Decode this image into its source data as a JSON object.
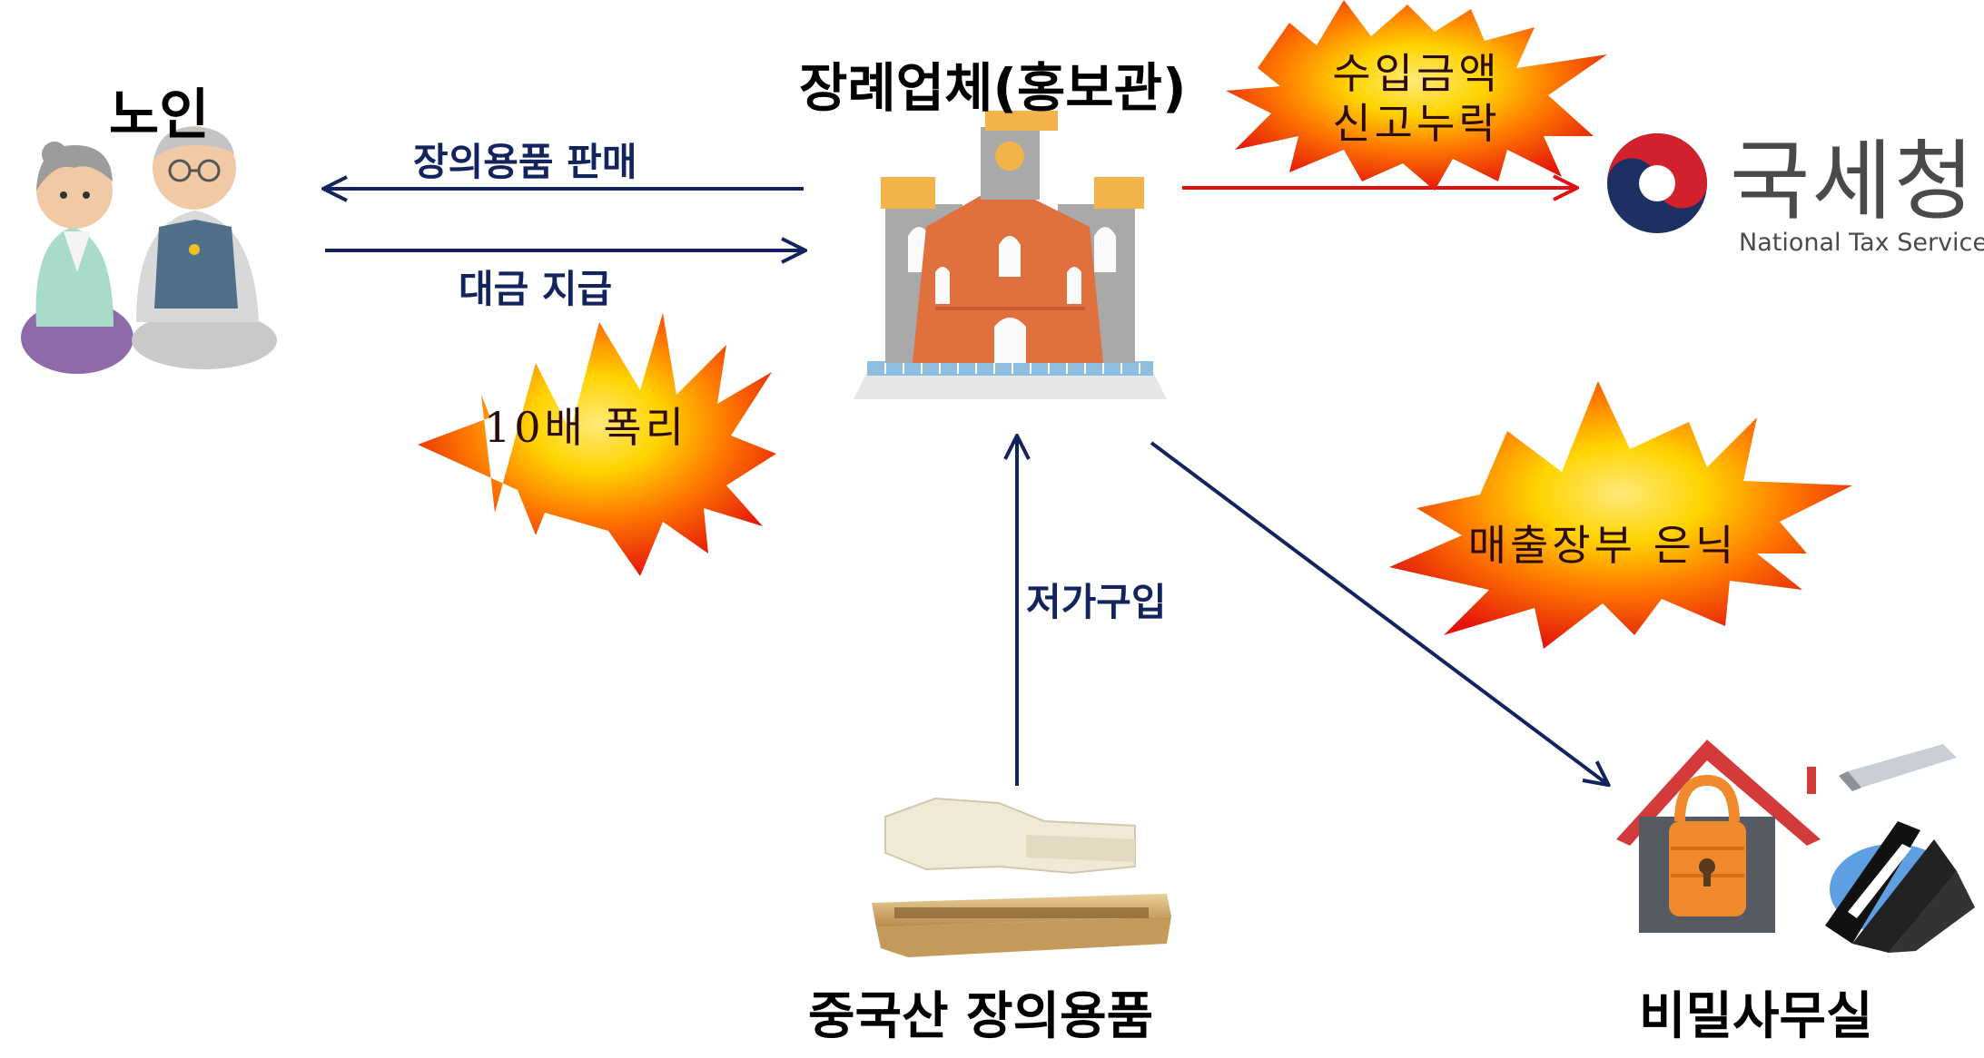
{
  "nodes": {
    "elderly": {
      "label": "노인"
    },
    "funeral_company": {
      "label": "장례업체(홍보관)"
    },
    "nts": {
      "wordmark_ko": "국세청",
      "wordmark_en": "National Tax Service"
    },
    "china_goods": {
      "label": "중국산 장의용품"
    },
    "secret_office": {
      "label": "비밀사무실"
    }
  },
  "edges": {
    "sell": {
      "label": "장의용품 판매"
    },
    "pay": {
      "label": "대금 지급"
    },
    "buy_cheap": {
      "label": "저가구입"
    }
  },
  "bursts": {
    "profit": {
      "text": "10배 폭리"
    },
    "unreported_line1": "수입금액",
    "unreported_line2": "신고누락",
    "hidden_ledger": {
      "text": "매출장부 은닉"
    }
  },
  "colors": {
    "arrow_navy": "#13235e",
    "arrow_red": "#e01010",
    "burst_outer": "#e3120b",
    "burst_mid": "#ff7a00",
    "burst_inner": "#ffd400",
    "building_orange": "#e0703e",
    "roof_red": "#d33a3a",
    "lock_orange": "#f08a2c",
    "nts_navy": "#1e2f64",
    "nts_red": "#d2202c",
    "nts_text": "#4a4a4a"
  }
}
